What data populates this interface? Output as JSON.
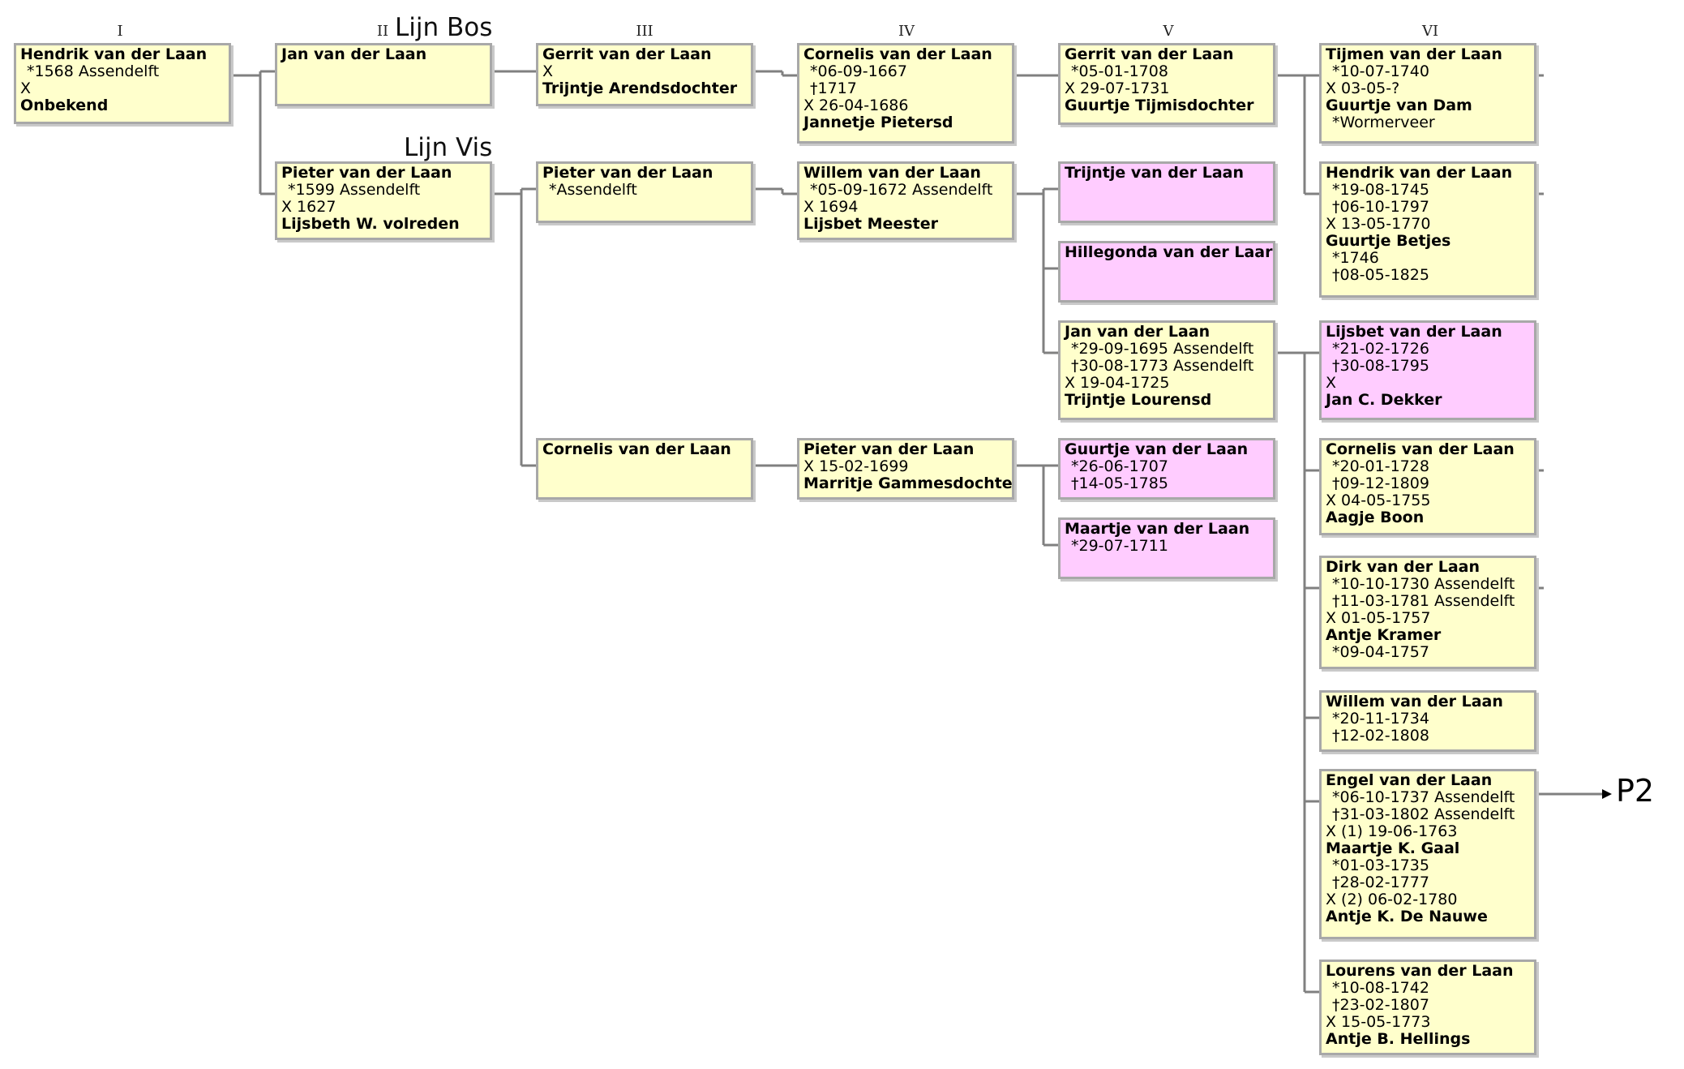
{
  "generations": [
    "I",
    "II",
    "III",
    "IV",
    "V",
    "VI"
  ],
  "line_labels": [
    "Lijn Bos",
    "Lijn Vis"
  ],
  "continuation_label": "P2",
  "colors": {
    "male_box": "#ffffcc",
    "female_box": "#ffccff",
    "connector": "#808080",
    "border": "#a8a8a8"
  },
  "persons": [
    {
      "id": "hendrik-1568",
      "gen": "I",
      "sex": "m",
      "lines": [
        {
          "t": "Hendrik van der Laan",
          "b": true
        },
        {
          "t": "*1568 Assendelft",
          "i": true
        },
        {
          "t": "X"
        },
        {
          "t": "Onbekend",
          "b": true
        }
      ]
    },
    {
      "id": "jan",
      "gen": "II",
      "sex": "m",
      "lines": [
        {
          "t": "Jan van der Laan",
          "b": true
        }
      ]
    },
    {
      "id": "pieter-1599",
      "gen": "II",
      "sex": "m",
      "lines": [
        {
          "t": "Pieter van der Laan",
          "b": true
        },
        {
          "t": "*1599 Assendelft",
          "i": true
        },
        {
          "t": "X 1627"
        },
        {
          "t": "Lijsbeth W. volreden",
          "b": true
        }
      ]
    },
    {
      "id": "gerrit-iii",
      "gen": "III",
      "sex": "m",
      "lines": [
        {
          "t": "Gerrit van der Laan",
          "b": true
        },
        {
          "t": "X"
        },
        {
          "t": "Trijntje Arendsdochter",
          "b": true
        }
      ]
    },
    {
      "id": "pieter-iii",
      "gen": "III",
      "sex": "m",
      "lines": [
        {
          "t": "Pieter van der Laan",
          "b": true
        },
        {
          "t": "*Assendelft",
          "i": true
        }
      ]
    },
    {
      "id": "cornelis-iii",
      "gen": "III",
      "sex": "m",
      "lines": [
        {
          "t": "Cornelis van der Laan",
          "b": true
        }
      ]
    },
    {
      "id": "cornelis-1667",
      "gen": "IV",
      "sex": "m",
      "lines": [
        {
          "t": "Cornelis van der Laan",
          "b": true
        },
        {
          "t": "*06-09-1667",
          "i": true
        },
        {
          "t": "†1717",
          "i": true
        },
        {
          "t": "X 26-04-1686"
        },
        {
          "t": "Jannetje Pietersd",
          "b": true
        }
      ]
    },
    {
      "id": "willem-1672",
      "gen": "IV",
      "sex": "m",
      "lines": [
        {
          "t": "Willem van der Laan",
          "b": true
        },
        {
          "t": "*05-09-1672 Assendelft",
          "i": true
        },
        {
          "t": "X 1694"
        },
        {
          "t": "Lijsbet Meester",
          "b": true
        }
      ]
    },
    {
      "id": "pieter-iv",
      "gen": "IV",
      "sex": "m",
      "lines": [
        {
          "t": "Pieter van der Laan",
          "b": true
        },
        {
          "t": "X 15-02-1699"
        },
        {
          "t": "Marritje Gammesdochte",
          "b": true
        }
      ]
    },
    {
      "id": "gerrit-1708",
      "gen": "V",
      "sex": "m",
      "lines": [
        {
          "t": "Gerrit van der Laan",
          "b": true
        },
        {
          "t": "*05-01-1708",
          "i": true
        },
        {
          "t": "X 29-07-1731"
        },
        {
          "t": "Guurtje Tijmisdochter",
          "b": true
        }
      ]
    },
    {
      "id": "trijntje",
      "gen": "V",
      "sex": "f",
      "lines": [
        {
          "t": "Trijntje van der Laan",
          "b": true
        }
      ]
    },
    {
      "id": "hillegonda",
      "gen": "V",
      "sex": "f",
      "lines": [
        {
          "t": "Hillegonda van der Laar",
          "b": true
        }
      ]
    },
    {
      "id": "jan-1695",
      "gen": "V",
      "sex": "m",
      "lines": [
        {
          "t": "Jan van der Laan",
          "b": true
        },
        {
          "t": "*29-09-1695 Assendelft",
          "i": true
        },
        {
          "t": "†30-08-1773 Assendelft",
          "i": true
        },
        {
          "t": "X 19-04-1725"
        },
        {
          "t": "Trijntje Lourensd",
          "b": true
        }
      ]
    },
    {
      "id": "guurtje-1707",
      "gen": "V",
      "sex": "f",
      "lines": [
        {
          "t": "Guurtje van der Laan",
          "b": true
        },
        {
          "t": "*26-06-1707",
          "i": true
        },
        {
          "t": "†14-05-1785",
          "i": true
        }
      ]
    },
    {
      "id": "maartje-1711",
      "gen": "V",
      "sex": "f",
      "lines": [
        {
          "t": "Maartje van der Laan",
          "b": true
        },
        {
          "t": "*29-07-1711",
          "i": true
        }
      ]
    },
    {
      "id": "tijmen-1740",
      "gen": "VI",
      "sex": "m",
      "lines": [
        {
          "t": "Tijmen van der Laan",
          "b": true
        },
        {
          "t": "*10-07-1740",
          "i": true
        },
        {
          "t": "X 03-05-?"
        },
        {
          "t": "Guurtje van Dam",
          "b": true
        },
        {
          "t": "*Wormerveer",
          "i": true
        }
      ]
    },
    {
      "id": "hendrik-1745",
      "gen": "VI",
      "sex": "m",
      "lines": [
        {
          "t": "Hendrik van der Laan",
          "b": true
        },
        {
          "t": "*19-08-1745",
          "i": true
        },
        {
          "t": "†06-10-1797",
          "i": true
        },
        {
          "t": "X 13-05-1770"
        },
        {
          "t": "Guurtje Betjes",
          "b": true
        },
        {
          "t": "*1746",
          "i": true
        },
        {
          "t": "†08-05-1825",
          "i": true
        }
      ]
    },
    {
      "id": "lijsbet-1726",
      "gen": "VI",
      "sex": "f",
      "lines": [
        {
          "t": "Lijsbet van der Laan",
          "b": true
        },
        {
          "t": "*21-02-1726",
          "i": true
        },
        {
          "t": "†30-08-1795",
          "i": true
        },
        {
          "t": "X"
        },
        {
          "t": "Jan C. Dekker",
          "b": true
        }
      ]
    },
    {
      "id": "cornelis-1728",
      "gen": "VI",
      "sex": "m",
      "lines": [
        {
          "t": "Cornelis van der Laan",
          "b": true
        },
        {
          "t": "*20-01-1728",
          "i": true
        },
        {
          "t": "†09-12-1809",
          "i": true
        },
        {
          "t": "X 04-05-1755"
        },
        {
          "t": "Aagje Boon",
          "b": true
        }
      ]
    },
    {
      "id": "dirk-1730",
      "gen": "VI",
      "sex": "m",
      "lines": [
        {
          "t": "Dirk van der Laan",
          "b": true
        },
        {
          "t": "*10-10-1730 Assendelft",
          "i": true
        },
        {
          "t": "†11-03-1781 Assendelft",
          "i": true
        },
        {
          "t": "X 01-05-1757"
        },
        {
          "t": "Antje Kramer",
          "b": true
        },
        {
          "t": "*09-04-1757",
          "i": true
        }
      ]
    },
    {
      "id": "willem-1734",
      "gen": "VI",
      "sex": "m",
      "lines": [
        {
          "t": "Willem van der Laan",
          "b": true
        },
        {
          "t": "*20-11-1734",
          "i": true
        },
        {
          "t": "†12-02-1808",
          "i": true
        }
      ]
    },
    {
      "id": "engel-1737",
      "gen": "VI",
      "sex": "m",
      "lines": [
        {
          "t": "Engel van der Laan",
          "b": true
        },
        {
          "t": "*06-10-1737 Assendelft",
          "i": true
        },
        {
          "t": "†31-03-1802 Assendelft",
          "i": true
        },
        {
          "t": "X (1) 19-06-1763"
        },
        {
          "t": "Maartje K. Gaal",
          "b": true
        },
        {
          "t": "*01-03-1735",
          "i": true
        },
        {
          "t": "†28-02-1777",
          "i": true
        },
        {
          "t": "X (2) 06-02-1780"
        },
        {
          "t": "Antje K. De Nauwe",
          "b": true
        }
      ]
    },
    {
      "id": "lourens-1742",
      "gen": "VI",
      "sex": "m",
      "lines": [
        {
          "t": "Lourens van der Laan",
          "b": true
        },
        {
          "t": "*10-08-1742",
          "i": true
        },
        {
          "t": "†23-02-1807",
          "i": true
        },
        {
          "t": "X 15-05-1773"
        },
        {
          "t": "Antje B. Hellings",
          "b": true
        }
      ]
    }
  ],
  "relations": [
    {
      "parent": "hendrik-1568",
      "children": [
        "jan",
        "pieter-1599"
      ]
    },
    {
      "parent": "jan",
      "children": [
        "gerrit-iii"
      ]
    },
    {
      "parent": "pieter-1599",
      "children": [
        "pieter-iii",
        "cornelis-iii"
      ]
    },
    {
      "parent": "gerrit-iii",
      "children": [
        "cornelis-1667"
      ]
    },
    {
      "parent": "pieter-iii",
      "children": [
        "willem-1672"
      ]
    },
    {
      "parent": "cornelis-iii",
      "children": [
        "pieter-iv"
      ]
    },
    {
      "parent": "cornelis-1667",
      "children": [
        "gerrit-1708"
      ]
    },
    {
      "parent": "willem-1672",
      "children": [
        "trijntje",
        "hillegonda",
        "jan-1695"
      ]
    },
    {
      "parent": "pieter-iv",
      "children": [
        "guurtje-1707",
        "maartje-1711"
      ]
    },
    {
      "parent": "gerrit-1708",
      "children": [
        "tijmen-1740",
        "hendrik-1745"
      ]
    },
    {
      "parent": "jan-1695",
      "children": [
        "lijsbet-1726",
        "cornelis-1728",
        "dirk-1730",
        "willem-1734",
        "engel-1737",
        "lourens-1742"
      ]
    }
  ]
}
